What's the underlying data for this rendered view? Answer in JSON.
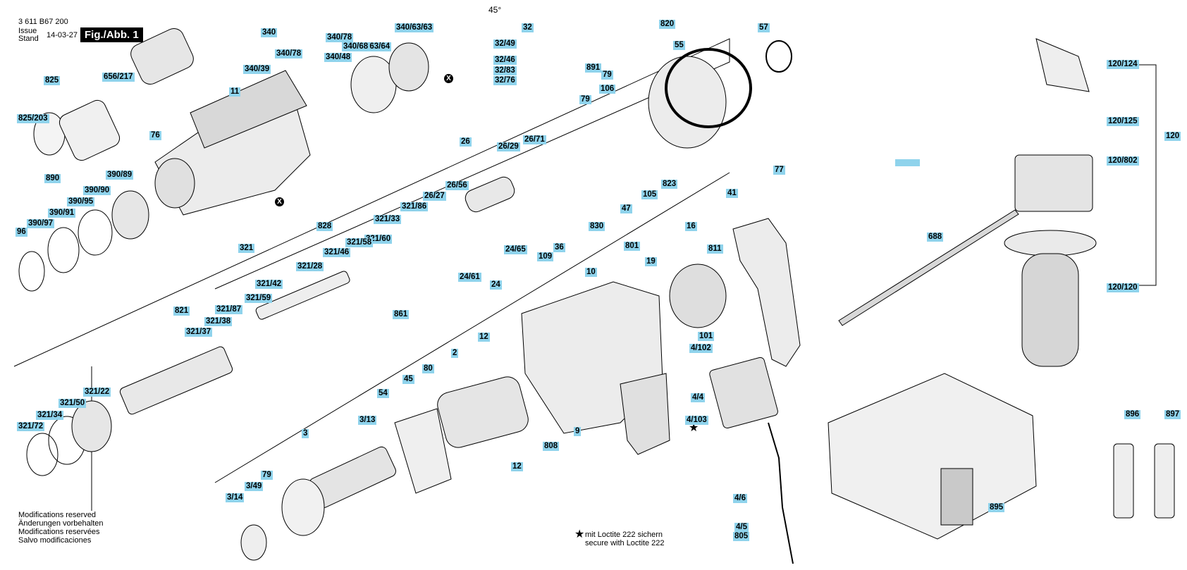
{
  "header": {
    "doc_number": "3 611 B67 200",
    "issue_label": "Issue",
    "stand_label": "Stand",
    "date": "14-03-27",
    "figure": "Fig./Abb. 1"
  },
  "angle_label": "45°",
  "notes": {
    "modifications": [
      "Modifications reserved",
      "Änderungen vorbehalten",
      "Modifications reservées",
      "Salvo modificaciones"
    ],
    "loctite_de": "mit Loctite 222 sichern",
    "loctite_en": "secure with Loctite 222"
  },
  "part_labels": [
    "340",
    "340/78",
    "340/39",
    "11",
    "340/48",
    "340/78",
    "340/63/64",
    "340/63/63",
    "340/68",
    "32",
    "32/49",
    "32/46",
    "32/83",
    "32/76",
    "820",
    "55",
    "57",
    "825",
    "825/203",
    "656/217",
    "76",
    "890",
    "390/89",
    "390/90",
    "390/95",
    "390/91",
    "390/97",
    "96",
    "26",
    "26/29",
    "26/71",
    "26/56",
    "26/27",
    "891",
    "79",
    "106",
    "79",
    "828",
    "321/86",
    "321/33",
    "321/60",
    "321/58",
    "321/46",
    "321/28",
    "321",
    "321/42",
    "321/59",
    "821",
    "321/87",
    "321/38",
    "321/37",
    "321/22",
    "321/50",
    "321/34",
    "321/72",
    "830",
    "47",
    "105",
    "823",
    "77",
    "41",
    "24/65",
    "109",
    "36",
    "24/61",
    "24",
    "861",
    "16",
    "811",
    "801",
    "19",
    "10",
    "101",
    "4/102",
    "12",
    "80",
    "2",
    "45",
    "54",
    "3/13",
    "3",
    "4/4",
    "4/103",
    "808",
    "9",
    "12",
    "79",
    "3/49",
    "3/14",
    "4/6",
    "4/5",
    "805",
    "688",
    "120/124",
    "120/125",
    "120",
    "120/802",
    "120/120",
    "896",
    "897",
    "895"
  ]
}
